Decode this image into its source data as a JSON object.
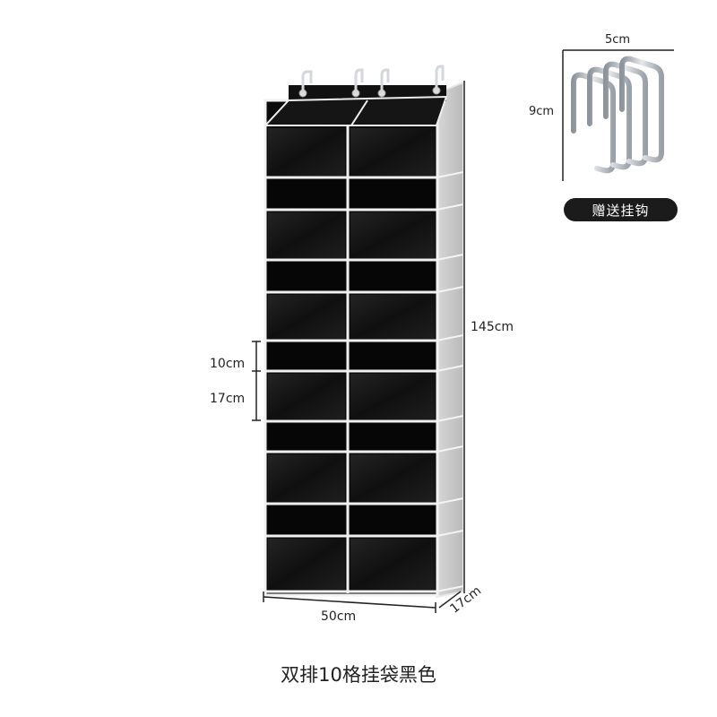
{
  "caption": "双排10格挂袋黑色",
  "dimensions": {
    "height": "145cm",
    "width": "50cm",
    "depth": "17cm",
    "small_pocket": "10cm",
    "large_pocket": "17cm"
  },
  "hook_inset": {
    "width": "5cm",
    "height": "9cm",
    "badge": "赠送挂钩"
  },
  "product": {
    "columns": 2,
    "rows": 11,
    "colors": {
      "body": "#0b0b0b",
      "frame": "#ffffff",
      "mesh": "#c9c9c9",
      "hook": "#b8bcc2"
    }
  }
}
